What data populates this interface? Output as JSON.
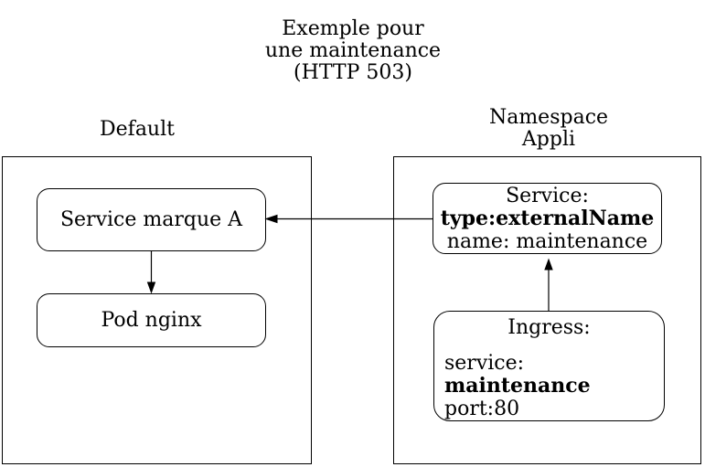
{
  "title": {
    "lines": [
      "Exemple pour",
      "une maintenance",
      "(HTTP 503)"
    ]
  },
  "namespaces": {
    "default": {
      "label": "Default",
      "nodes": {
        "service": "Service marque A",
        "pod": "Pod nginx"
      }
    },
    "appli": {
      "label_lines": [
        "Namespace",
        "Appli"
      ],
      "nodes": {
        "service": {
          "title": "Service:",
          "type_bold": "type:externalName",
          "name": "name: maintenance"
        },
        "ingress": {
          "title": "Ingress:",
          "service_prefix": "service: ",
          "service_bold": "maintenance",
          "port": "port:80"
        }
      }
    }
  },
  "colors": {
    "stroke": "#000000",
    "fill": "#ffffff",
    "text": "#000000"
  }
}
